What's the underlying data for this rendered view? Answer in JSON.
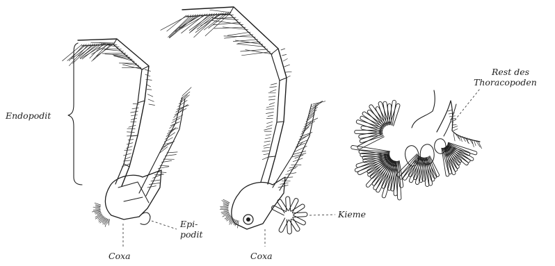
{
  "figure": {
    "labels": {
      "endopodit": "Endopodit",
      "epipodit_line1": "Epi-",
      "epipodit_line2": "podit",
      "coxa_left": "Coxa",
      "coxa_middle": "Coxa",
      "kieme": "Kieme",
      "rest_line1": "Rest des",
      "rest_line2": "Thoracopoden"
    },
    "ink_color": "#1c1c1c",
    "background_color": "#ffffff"
  }
}
